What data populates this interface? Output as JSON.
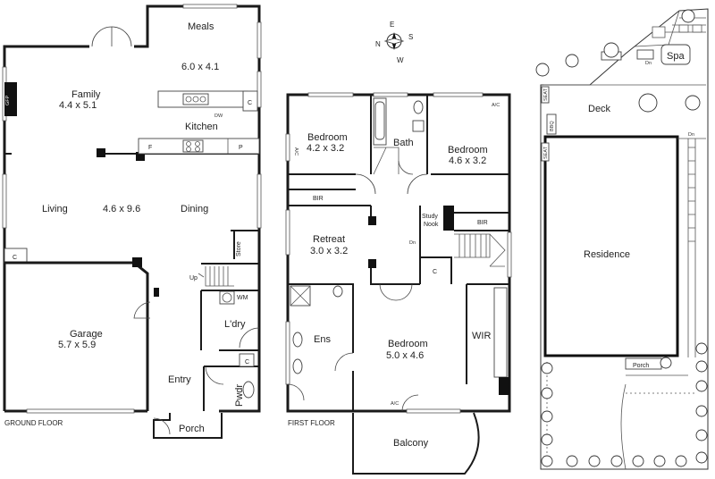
{
  "compass": {
    "n": "N",
    "e": "E",
    "s": "S",
    "w": "W"
  },
  "ground_floor": {
    "caption": "GROUND FLOOR",
    "rooms": {
      "meals_name": "Meals",
      "meals_dims": "6.0 x 4.1",
      "family_name": "Family",
      "family_dims": "4.4 x 5.1",
      "kitchen_name": "Kitchen",
      "living_name": "Living",
      "living_dining_dims": "4.6 x 9.6",
      "dining_name": "Dining",
      "garage_name": "Garage",
      "garage_dims": "5.7 x 5.9",
      "laundry_name": "L'dry",
      "entry_name": "Entry",
      "powder_name": "Pwdr",
      "porch_name": "Porch",
      "store_name": "Store"
    },
    "marks": {
      "gfp": "GFP",
      "dw": "DW",
      "fridge": "F",
      "pantry": "P",
      "cupboard": "C",
      "cupboard_living": "C",
      "cupboard_entry": "C",
      "wm": "WM",
      "up": "Up"
    }
  },
  "first_floor": {
    "caption": "FIRST FLOOR",
    "rooms": {
      "bedroom_a_name": "Bedroom",
      "bedroom_a_dims": "4.2 x 3.2",
      "bath_name": "Bath",
      "bedroom_b_name": "Bedroom",
      "bedroom_b_dims": "4.6 x 3.2",
      "retreat_name": "Retreat",
      "retreat_dims": "3.0 x 3.2",
      "study_line1": "Study",
      "study_line2": "Nook",
      "ens_name": "Ens",
      "bedroom_main_name": "Bedroom",
      "bedroom_main_dims": "5.0 x 4.6",
      "wir_name": "WIR",
      "balcony_name": "Balcony"
    },
    "marks": {
      "ac_left": "A/C",
      "ac_top": "A/C",
      "ac_bottom": "A/C",
      "bir_left": "BIR",
      "bir_right": "BIR",
      "dn": "Dn",
      "cupboard": "C"
    }
  },
  "site": {
    "labels": {
      "spa": "Spa",
      "deck": "Deck",
      "residence": "Residence",
      "porch": "Porch",
      "dn_top": "Dn",
      "dn_right": "Dn"
    },
    "benches": {
      "bench_top": "SEAT",
      "bench_mid": "BBQ",
      "bench_low": "SEAT"
    }
  }
}
